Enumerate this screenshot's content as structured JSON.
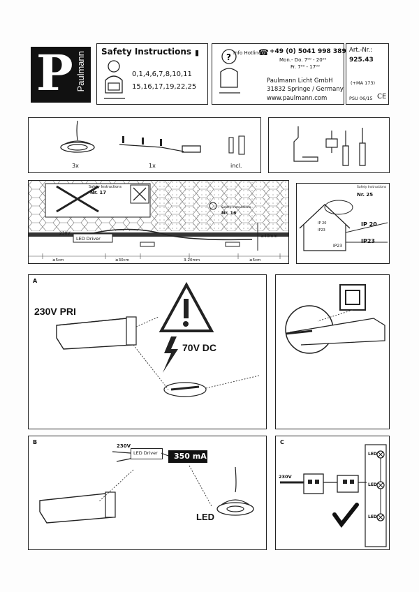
{
  "header": {
    "brand": "Paulmann",
    "logo_letter": "P",
    "safety_title": "Safety Instructions",
    "safety_numbers_line1": "0,1,4,6,7,8,10,11",
    "safety_numbers_line2": "15,16,17,19,22,25",
    "info_hotline_label": "Info Hotline",
    "phone": "+49 (0) 5041 998 389",
    "hours_weekday": "Mon.- Do. 7⁰⁰ - 20⁰⁰",
    "hours_friday": "Fr. 7⁰⁰ - 17⁰⁰",
    "company": "Paulmann Licht GmbH",
    "address": "31832 Springe / Germany",
    "website": "www.paulmann.com",
    "art_label": "Art.-Nr.:",
    "art_number": "925.43",
    "ma_code": "(+MA 173)",
    "psu_code": "PSU 06/15",
    "ce_mark": "CE"
  },
  "contents": {
    "qty_lights": "3x",
    "qty_driver": "1x",
    "included": "incl."
  },
  "install": {
    "safety_label": "Safety Instructions",
    "nr17": "Nr. 17",
    "nr16": "Nr. 16",
    "nr25": "Nr. 25",
    "volt_label": "230V",
    "driver_label": "LED Driver",
    "dim_height": "≥40mm",
    "dim_50_left": "≥5cm",
    "dim_30": "≥30cm",
    "dim_range": "3-20mm",
    "dim_50_right": "≥5cm",
    "ip20": "IP 20",
    "ip23": "IP23",
    "ip20_small": "IP 20",
    "ip23_small": "IP23"
  },
  "panel_a": {
    "label": "A",
    "pri_label": "230V PRI",
    "dc_label": "70V DC"
  },
  "panel_b": {
    "label": "B",
    "volt_label": "230V",
    "driver_label": "LED Driver",
    "current_label": "350 mA",
    "led_label": "LED"
  },
  "panel_c": {
    "label": "C",
    "volt_label": "230V",
    "led_labels": [
      "LED",
      "LED",
      "LED"
    ]
  }
}
